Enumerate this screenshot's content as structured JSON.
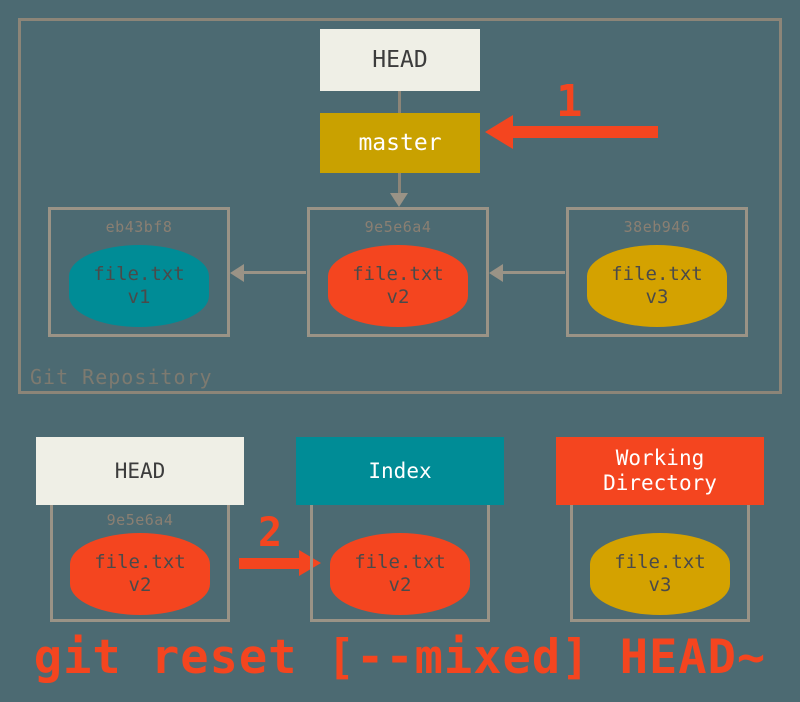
{
  "diagram": {
    "title": "git reset [--mixed] HEAD~",
    "caption": "git reset [--mixed] HEAD~",
    "repository": {
      "label": "Git Repository",
      "refs": [
        {
          "name": "HEAD",
          "label": "HEAD"
        },
        {
          "name": "master",
          "label": "master"
        }
      ],
      "commits": [
        {
          "hash": "eb43bf8",
          "file": "file.txt",
          "version": "v1",
          "color": "#008c96"
        },
        {
          "hash": "9e5e6a4",
          "file": "file.txt",
          "version": "v2",
          "color": "#f4451f"
        },
        {
          "hash": "38eb946",
          "file": "file.txt",
          "version": "v3",
          "color": "#d4a200"
        }
      ]
    },
    "areas": [
      {
        "title": "HEAD",
        "title_line1": "HEAD",
        "title_line2": "",
        "hash": "9e5e6a4",
        "file": "file.txt",
        "version": "v2",
        "blob_color": "#f4451f",
        "header_color": "#efefe6"
      },
      {
        "title": "Index",
        "title_line1": "Index",
        "title_line2": "",
        "hash": "",
        "file": "file.txt",
        "version": "v2",
        "blob_color": "#f4451f",
        "header_color": "#008c96"
      },
      {
        "title": "Working Directory",
        "title_line1": "Working",
        "title_line2": "Directory",
        "hash": "",
        "file": "file.txt",
        "version": "v3",
        "blob_color": "#d4a200",
        "header_color": "#f4451f"
      }
    ],
    "annotations": [
      {
        "number": "1",
        "target": "master",
        "direction": "left"
      },
      {
        "number": "2",
        "target": "index",
        "direction": "right"
      }
    ],
    "colors": {
      "background": "#4c6a72",
      "frame": "#8c8578",
      "connector": "#9a9386",
      "accent_red": "#f4451f",
      "accent_teal": "#008c96",
      "accent_gold": "#d4a200",
      "ref_gold": "#c9a100",
      "ref_cream": "#efefe6",
      "hash_text": "#8a7f72"
    }
  }
}
